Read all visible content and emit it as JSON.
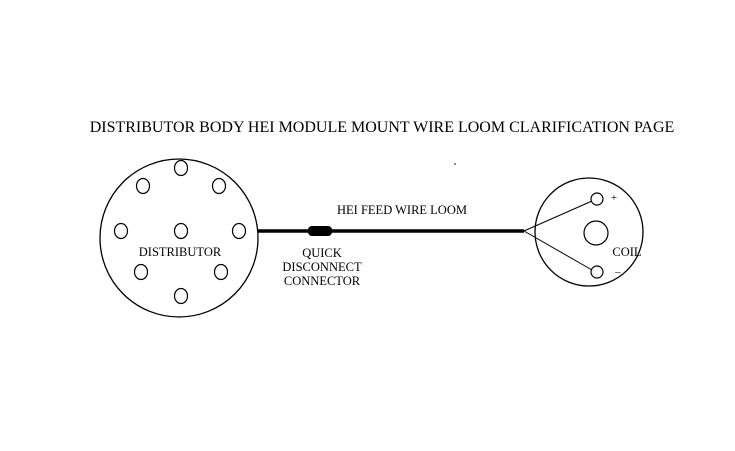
{
  "title": "DISTRIBUTOR BODY HEI MODULE MOUNT WIRE LOOM CLARIFICATION PAGE",
  "distributor": {
    "label": "DISTRIBUTOR"
  },
  "wire_loom": {
    "label": "HEI FEED WIRE LOOM"
  },
  "connector": {
    "label_line1": "QUICK",
    "label_line2": "DISCONNECT",
    "label_line3": "CONNECTOR"
  },
  "coil": {
    "label": "COIL",
    "positive_sign": "+",
    "negative_sign": "–"
  },
  "colors": {
    "ink": "#000000",
    "background": "#ffffff"
  }
}
